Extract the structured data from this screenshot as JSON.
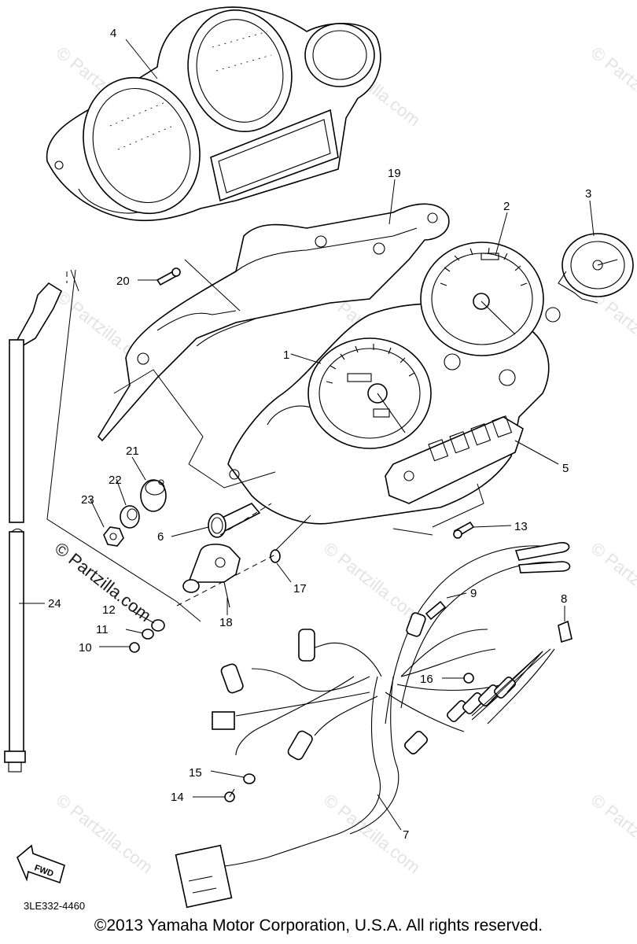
{
  "watermark": {
    "text": "© Partzilla.com",
    "prominent_text": "© Partzilla.com"
  },
  "diagram_code": "3LE332-4460",
  "footer": "©2013 Yamaha Motor Corporation, U.S.A. All rights reserved.",
  "fwd_label": "FWD",
  "callouts": {
    "c1": "1",
    "c2": "2",
    "c3": "3",
    "c4": "4",
    "c5": "5",
    "c6": "6",
    "c7": "7",
    "c8": "8",
    "c9": "9",
    "c10": "10",
    "c11": "11",
    "c12": "12",
    "c13": "13",
    "c14": "14",
    "c15": "15",
    "c16": "16",
    "c17": "17",
    "c18": "18",
    "c19": "19",
    "c20": "20",
    "c21": "21",
    "c22": "22",
    "c23": "23",
    "c24": "24"
  }
}
